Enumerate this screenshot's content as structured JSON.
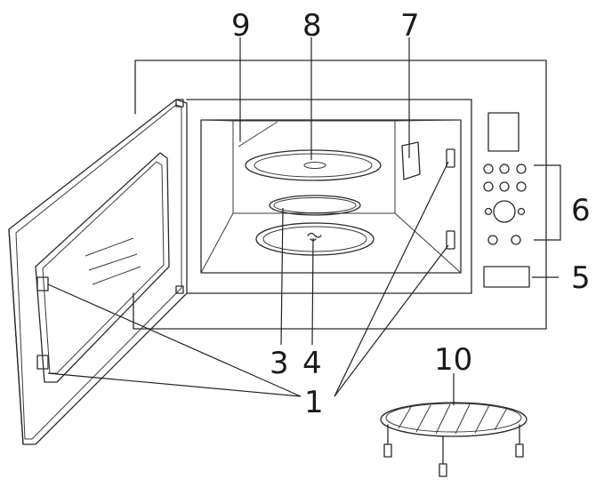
{
  "callouts": {
    "c1": "1",
    "c3": "3",
    "c4": "4",
    "c5": "5",
    "c6": "6",
    "c7": "7",
    "c8": "8",
    "c9": "9",
    "c10": "10"
  },
  "colors": {
    "line": "#2a2a2a",
    "background": "#ffffff"
  }
}
